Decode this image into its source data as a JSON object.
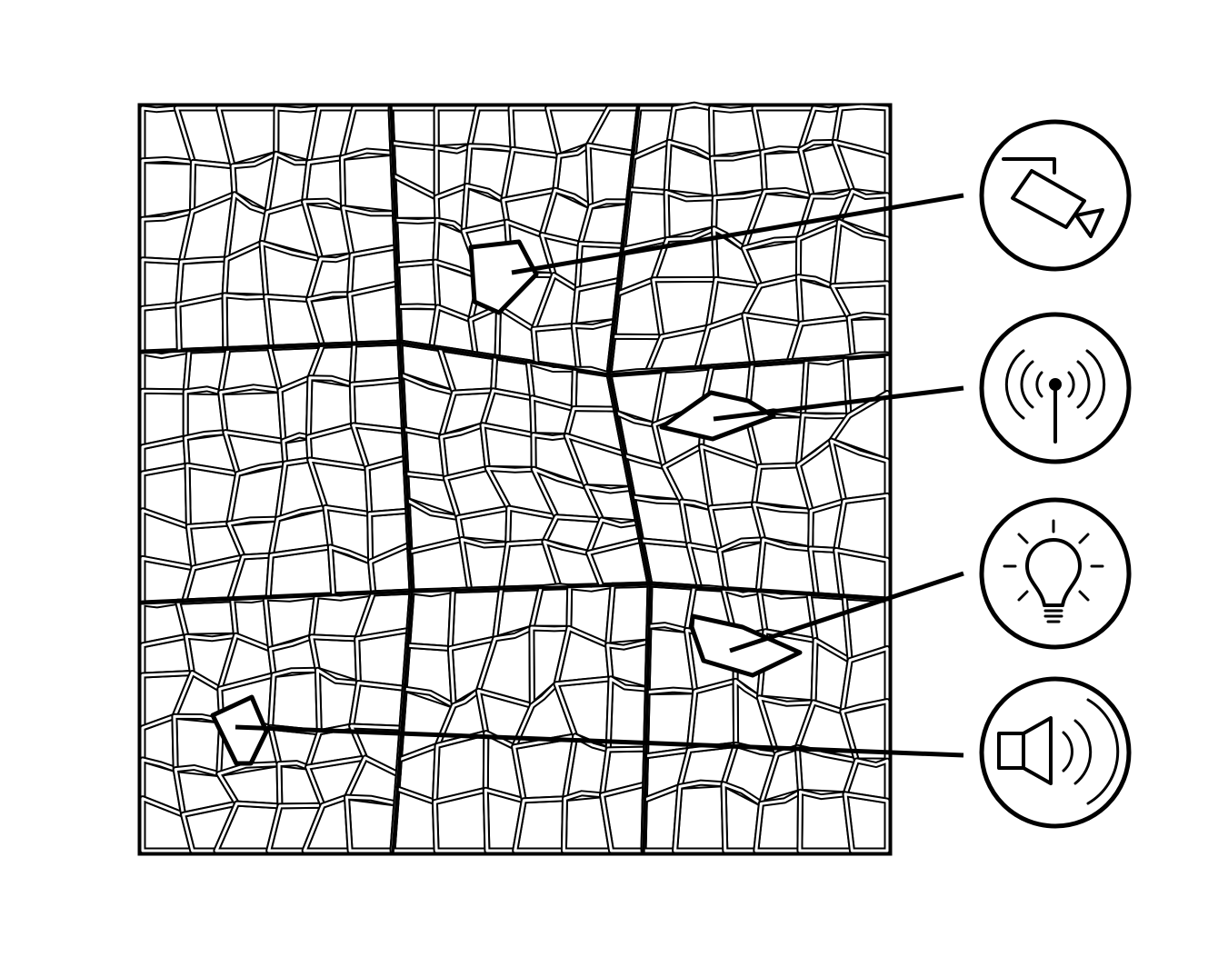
{
  "diagram": {
    "panel": {
      "rows": 3,
      "cols": 3
    },
    "sensors": [
      {
        "id": "camera",
        "icon": "camera-icon",
        "tile": "top-center"
      },
      {
        "id": "wireless",
        "icon": "wireless-signal-icon",
        "tile": "middle-right"
      },
      {
        "id": "light",
        "icon": "light-bulb-icon",
        "tile": "bottom-right"
      },
      {
        "id": "speaker",
        "icon": "speaker-icon",
        "tile": "bottom-left"
      }
    ],
    "colors": {
      "stroke": "#000000",
      "background": "#ffffff"
    }
  }
}
